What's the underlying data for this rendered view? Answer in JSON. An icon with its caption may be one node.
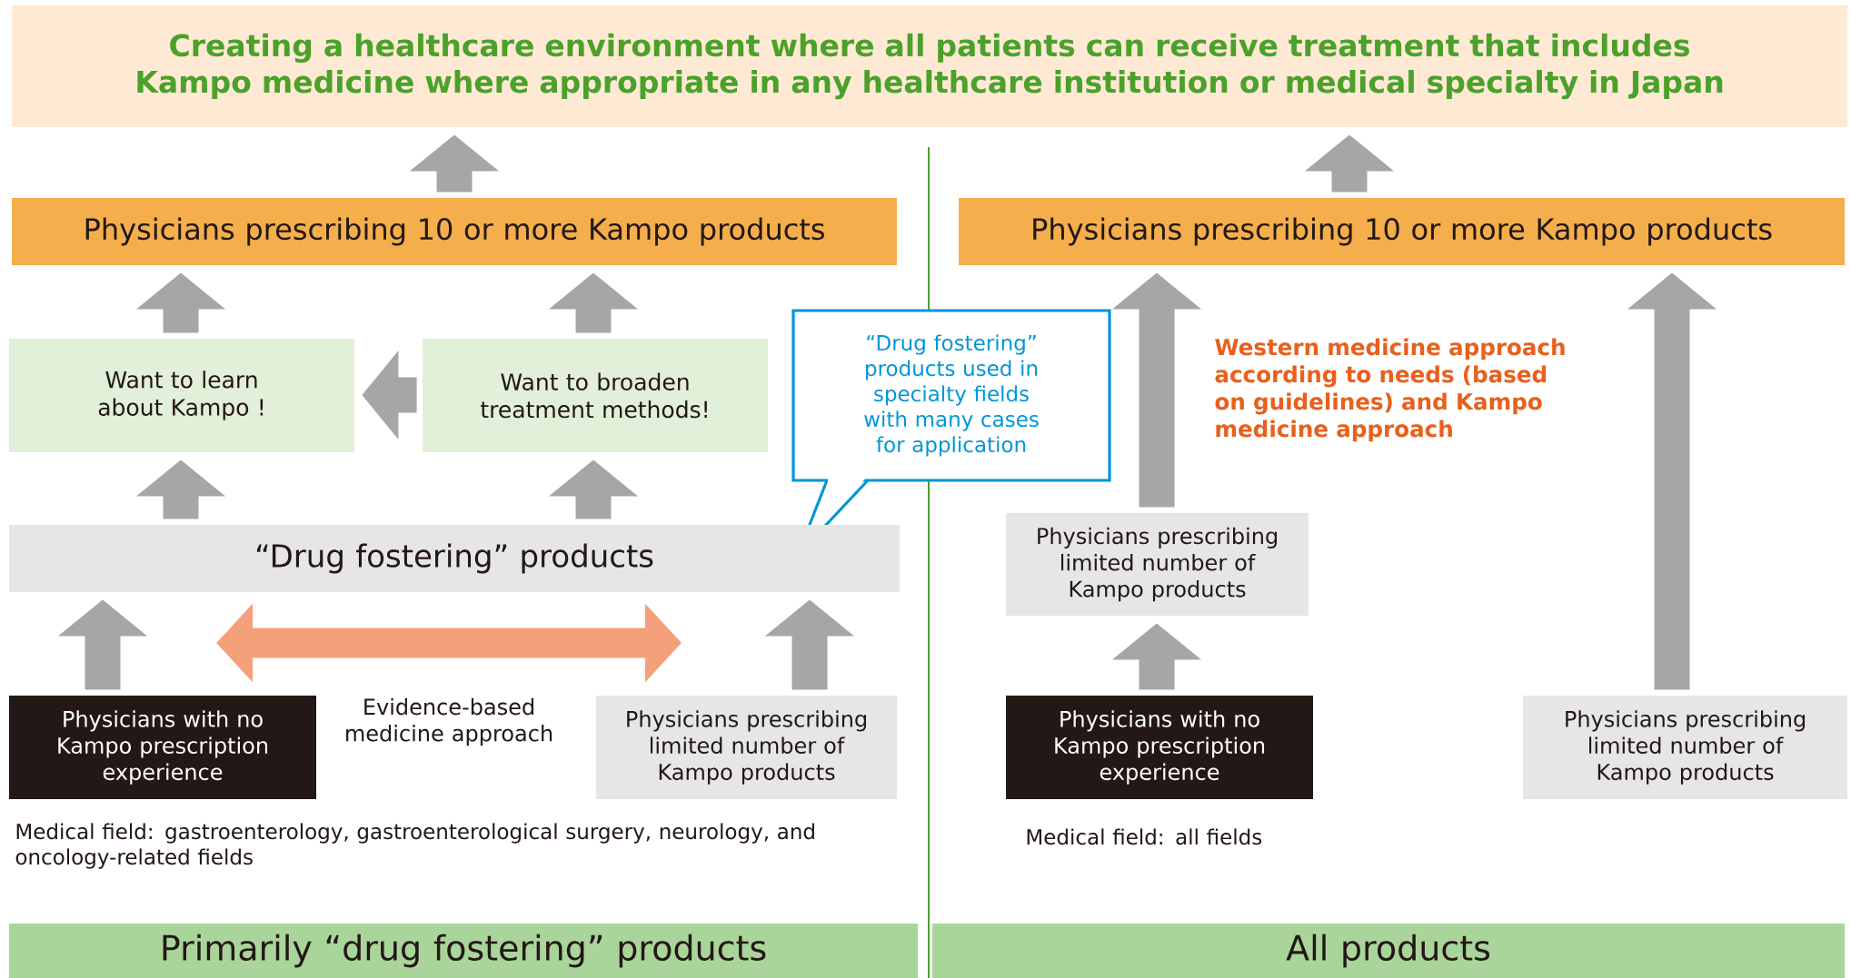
{
  "diagram": {
    "nodes": [
      {
        "text": [
          "Creating a healthcare environment where all patients can receive treatment that includes Kampo medicine where appropriate in any healthcare institution or medical specialty in Japan"
        ]
      },
      {
        "text": [
          "Physicians prescribing 10 or more Kampo products"
        ]
      },
      {
        "text": [
          "Physicians prescribing 10 or more Kampo products"
        ]
      },
      {
        "text": [
          "Want to learn about Kampo !"
        ]
      },
      {
        "text": [
          "Want to broaden treatment methods!"
        ]
      },
      {
        "text": [
          "“Drug fostering” products used in specialty fields with many cases for application"
        ]
      },
      {
        "text": [
          "“Drug fostering” products"
        ]
      },
      {
        "text": [
          "Physicians with no Kampo prescription experience"
        ]
      },
      {
        "text": [
          "Physicians prescribing limited number of Kampo products"
        ]
      },
      {
        "text": [
          "Physicians prescribing limited number of Kampo products"
        ]
      },
      {
        "text": [
          "Physicians with no Kampo prescription experience"
        ]
      },
      {
        "text": [
          "Physicians prescribing limited number of Kampo products"
        ]
      },
      {
        "text": [
          "Primarily “drug fostering” products"
        ]
      },
      {
        "text": [
          "All products"
        ]
      }
    ],
    "edges": [
      {
        "from": 1,
        "to": 0,
        "arrow": "to"
      },
      {
        "from": 2,
        "to": 0,
        "arrow": "to"
      },
      {
        "from": 3,
        "to": 1,
        "arrow": "to"
      },
      {
        "from": 4,
        "to": 1,
        "arrow": "to"
      },
      {
        "from": 4,
        "to": 3,
        "arrow": "to"
      },
      {
        "from": 6,
        "to": 3,
        "arrow": "to"
      },
      {
        "from": 6,
        "to": 4,
        "arrow": "to"
      },
      {
        "from": 7,
        "to": 6,
        "arrow": "to"
      },
      {
        "from": 8,
        "to": 6,
        "arrow": "to"
      },
      {
        "from": 9,
        "to": 2,
        "arrow": "to"
      },
      {
        "from": 10,
        "to": 9,
        "arrow": "to"
      },
      {
        "from": 11,
        "to": 2,
        "arrow": "to"
      }
    ],
    "labels": [
      "Evidence-based medicine approach",
      "Western medicine approach according to needs (based on guidelines) and Kampo medicine approach",
      "Medical field: gastroenterology, gastroenterological surgery, neurology, and oncology-related fields",
      "Medical field: all fields"
    ]
  }
}
